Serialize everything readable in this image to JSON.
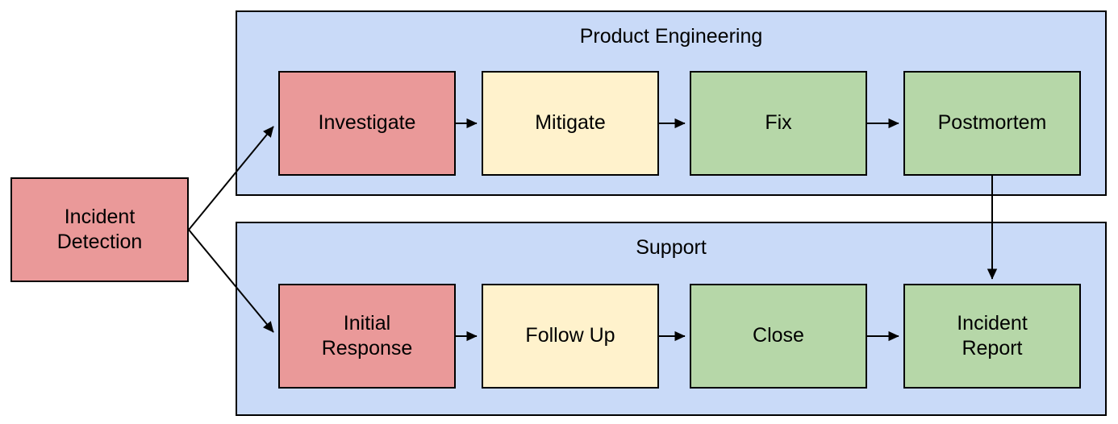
{
  "diagram": {
    "type": "flowchart",
    "colors": {
      "node_red": "#EA9999",
      "node_yellow": "#FFF2CC",
      "node_green": "#B6D7A8",
      "lane_fill": "#C9DAF8",
      "border": "#000000",
      "text": "#000000",
      "background": "#FFFFFF"
    },
    "start_node": {
      "label": "Incident\nDetection",
      "color": "#EA9999"
    },
    "lanes": [
      {
        "title": "Product Engineering",
        "fill": "#C9DAF8",
        "nodes": [
          {
            "label": "Investigate",
            "color": "#EA9999"
          },
          {
            "label": "Mitigate",
            "color": "#FFF2CC"
          },
          {
            "label": "Fix",
            "color": "#B6D7A8"
          },
          {
            "label": "Postmortem",
            "color": "#B6D7A8"
          }
        ]
      },
      {
        "title": "Support",
        "fill": "#C9DAF8",
        "nodes": [
          {
            "label": "Initial\nResponse",
            "color": "#EA9999"
          },
          {
            "label": "Follow Up",
            "color": "#FFF2CC"
          },
          {
            "label": "Close",
            "color": "#B6D7A8"
          },
          {
            "label": "Incident\nReport",
            "color": "#B6D7A8"
          }
        ]
      }
    ],
    "edges": [
      {
        "from": "Incident Detection",
        "to": "Investigate"
      },
      {
        "from": "Incident Detection",
        "to": "Initial Response"
      },
      {
        "from": "Investigate",
        "to": "Mitigate"
      },
      {
        "from": "Mitigate",
        "to": "Fix"
      },
      {
        "from": "Fix",
        "to": "Postmortem"
      },
      {
        "from": "Postmortem",
        "to": "Incident Report"
      },
      {
        "from": "Initial Response",
        "to": "Follow Up"
      },
      {
        "from": "Follow Up",
        "to": "Close"
      },
      {
        "from": "Close",
        "to": "Incident Report"
      }
    ]
  }
}
